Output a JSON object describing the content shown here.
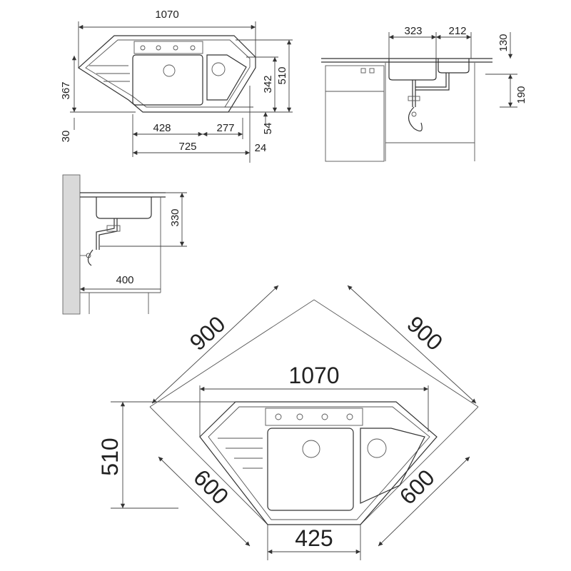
{
  "views": {
    "top_view": {
      "overall_width": "1070",
      "left_height": "367",
      "corner_offset": "30",
      "drainer_depth": "342",
      "overall_depth": "510",
      "main_bowl_width": "428",
      "second_bowl_width": "277",
      "right_offset": "54",
      "bowls_total": "725",
      "edge_offset": "24"
    },
    "side_view": {
      "bowl_width": "323",
      "second_bowl_width": "212",
      "top_depth": "130",
      "bowl_depth": "190"
    },
    "wall_view": {
      "drain_height": "330",
      "wall_distance": "400"
    },
    "plan_view": {
      "diagonal_left": "900",
      "diagonal_right": "900",
      "overall_width": "1070",
      "depth": "510",
      "side_left": "600",
      "side_right": "600",
      "front_width": "425"
    }
  },
  "colors": {
    "line": "#333333",
    "wall_fill": "#d9d9d9"
  }
}
